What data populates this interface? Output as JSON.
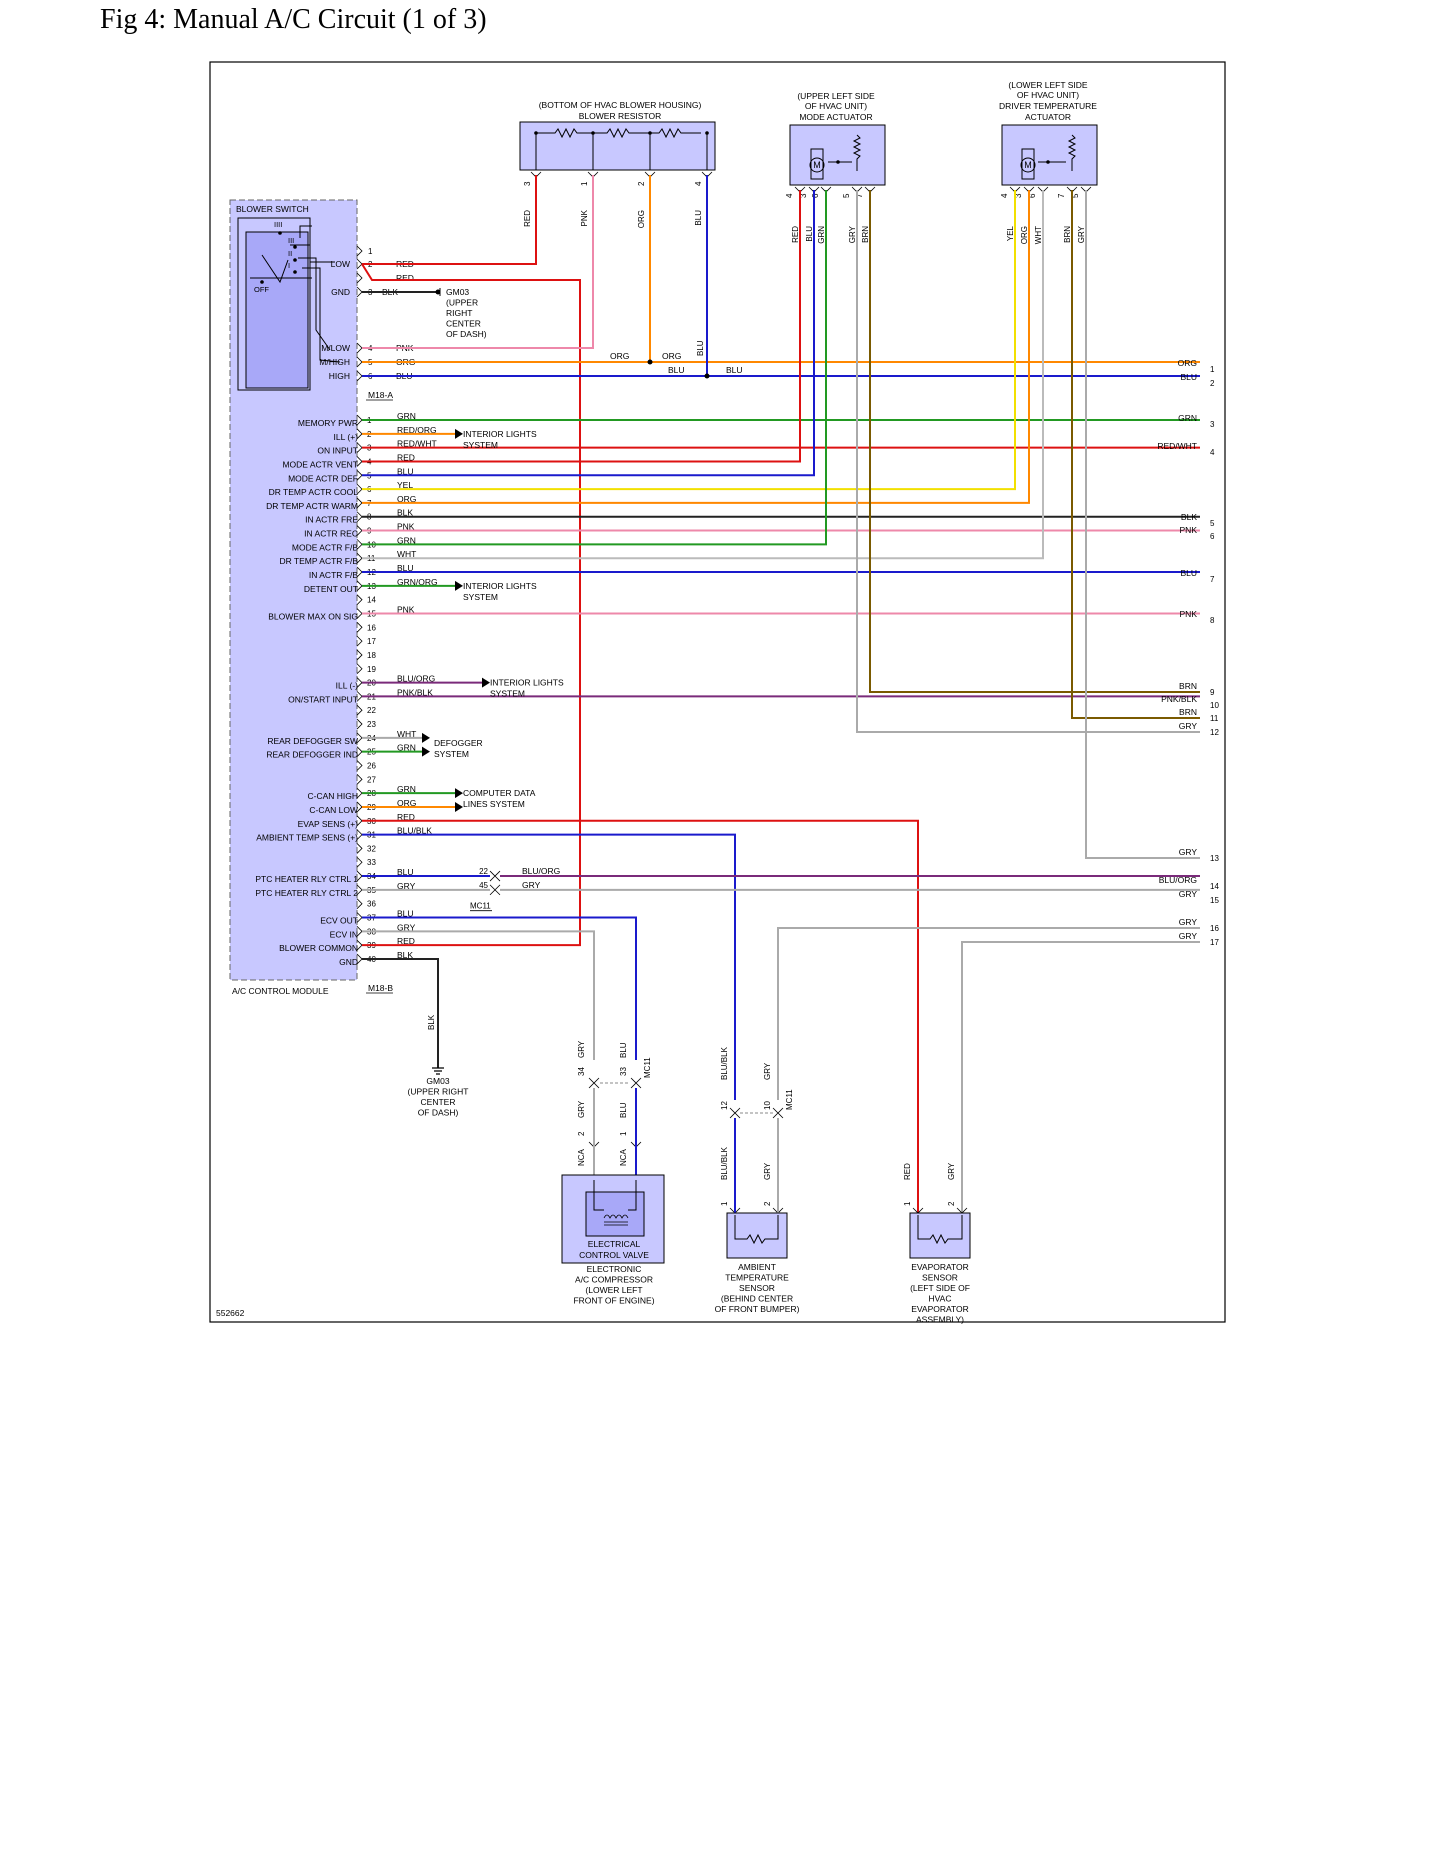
{
  "title": "Fig 4: Manual A/C Circuit (1 of 3)",
  "figure_code": "552662",
  "colors": {
    "RED": "#dd1111",
    "BLU": "#1a1acc",
    "ORG": "#ff8800",
    "PNK": "#ee88aa",
    "GRN": "#229922",
    "YEL": "#f2e000",
    "BLK": "#222222",
    "WHT": "#bbbbbb",
    "GRY": "#aaaaaa",
    "BRN": "#7a5a00",
    "PUR": "#7a2a7a",
    "component_fill": "#c8c8ff",
    "component_fill_dark": "#a8a8f8",
    "frame": "#000000"
  },
  "components": {
    "blower_resistor": {
      "caption_1": "(BOTTOM OF HVAC BLOWER HOUSING)",
      "caption_2": "BLOWER RESISTOR",
      "pins": [
        "3",
        "1",
        "2",
        "4"
      ],
      "wires": [
        "RED",
        "PNK",
        "ORG",
        "BLU"
      ]
    },
    "mode_actuator": {
      "caption_1": "(UPPER LEFT SIDE",
      "caption_2": "OF HVAC UNIT)",
      "caption_3": "MODE ACTUATOR",
      "motor": "M",
      "pins": [
        "4",
        "3",
        "6",
        "5",
        "7"
      ],
      "wires": [
        "RED",
        "BLU",
        "GRN",
        "GRY",
        "BRN"
      ]
    },
    "driver_temp_actuator": {
      "caption_1": "(LOWER LEFT SIDE",
      "caption_2": "OF HVAC UNIT)",
      "caption_3": "DRIVER TEMPERATURE",
      "caption_4": "ACTUATOR",
      "motor": "M",
      "pins": [
        "4",
        "3",
        "6",
        "7",
        "5"
      ],
      "wires": [
        "YEL",
        "ORG",
        "WHT",
        "BRN",
        "GRY"
      ]
    },
    "blower_switch": {
      "name": "BLOWER SWITCH",
      "positions": [
        "IIII",
        "III",
        "II",
        "I",
        "OFF"
      ],
      "labels": [
        "LOW",
        "GND",
        "M/LOW",
        "M/HIGH",
        "HIGH"
      ],
      "pins": [
        "1",
        "2",
        "3",
        "4",
        "5",
        "6"
      ],
      "connector": "M18-A"
    },
    "ground_gm03_top": {
      "label_1": "GM03",
      "label_2": "(UPPER",
      "label_3": "RIGHT",
      "label_4": "CENTER",
      "label_5": "OF DASH)"
    },
    "ground_gm03_bottom": {
      "wire": "BLK",
      "label_1": "GM03",
      "label_2": "(UPPER RIGHT",
      "label_3": "CENTER",
      "label_4": "OF DASH)"
    },
    "module": {
      "name": "A/C CONTROL MODULE",
      "connector": "M18-B"
    },
    "compressor": {
      "valve": "ELECTRICAL",
      "valve_2": "CONTROL VALVE",
      "caption_1": "ELECTRONIC",
      "caption_2": "A/C COMPRESSOR",
      "caption_3": "(LOWER LEFT",
      "caption_4": "FRONT OF ENGINE)",
      "pins": [
        "2",
        "1"
      ],
      "nca": "NCA",
      "wires": [
        "GRY",
        "BLU"
      ],
      "mc11_pins": [
        "34",
        "33"
      ],
      "mc11": "MC11"
    },
    "ambient_sensor": {
      "caption_1": "AMBIENT",
      "caption_2": "TEMPERATURE",
      "caption_3": "SENSOR",
      "caption_4": "(BEHIND CENTER",
      "caption_5": "OF FRONT BUMPER)",
      "pins": [
        "1",
        "2"
      ],
      "wires": [
        "BLU/BLK",
        "GRY"
      ],
      "mc11_pins": [
        "12",
        "10"
      ],
      "mc11": "MC11"
    },
    "evaporator_sensor": {
      "caption_1": "EVAPORATOR",
      "caption_2": "SENSOR",
      "caption_3": "(LEFT SIDE OF",
      "caption_4": "HVAC",
      "caption_5": "EVAPORATOR",
      "caption_6": "ASSEMBLY)",
      "pins": [
        "1",
        "2"
      ],
      "wires": [
        "RED",
        "GRY"
      ]
    },
    "mc11_mid": {
      "pins": [
        "22",
        "45"
      ],
      "name": "MC11",
      "wires": [
        "BLU/ORG",
        "GRY"
      ]
    }
  },
  "switch_wires": [
    {
      "pin": "1",
      "color": ""
    },
    {
      "pin": "2",
      "color": "RED"
    },
    {
      "pin": "",
      "color": "RED"
    },
    {
      "pin": "3",
      "color": "BLK"
    },
    {
      "pin": "4",
      "color": "PNK"
    },
    {
      "pin": "5",
      "color": "ORG"
    },
    {
      "pin": "6",
      "color": "BLU"
    }
  ],
  "module_pins": [
    {
      "pin": "1",
      "label": "MEMORY PWR",
      "color": "GRN"
    },
    {
      "pin": "2",
      "label": "ILL (+)",
      "color": "RED/ORG"
    },
    {
      "pin": "3",
      "label": "ON INPUT",
      "color": "RED/WHT"
    },
    {
      "pin": "4",
      "label": "MODE ACTR VENT",
      "color": "RED"
    },
    {
      "pin": "5",
      "label": "MODE ACTR DEF",
      "color": "BLU"
    },
    {
      "pin": "6",
      "label": "DR TEMP ACTR COOL",
      "color": "YEL"
    },
    {
      "pin": "7",
      "label": "DR TEMP ACTR WARM",
      "color": "ORG"
    },
    {
      "pin": "8",
      "label": "IN ACTR FRE",
      "color": "BLK"
    },
    {
      "pin": "9",
      "label": "IN ACTR REC",
      "color": "PNK"
    },
    {
      "pin": "10",
      "label": "MODE ACTR F/B",
      "color": "GRN"
    },
    {
      "pin": "11",
      "label": "DR TEMP ACTR F/B",
      "color": "WHT"
    },
    {
      "pin": "12",
      "label": "IN ACTR F/B",
      "color": "BLU"
    },
    {
      "pin": "13",
      "label": "DETENT OUT",
      "color": "GRN/ORG"
    },
    {
      "pin": "14",
      "label": "",
      "color": ""
    },
    {
      "pin": "15",
      "label": "BLOWER MAX ON SIG",
      "color": "PNK"
    },
    {
      "pin": "16",
      "label": "",
      "color": ""
    },
    {
      "pin": "17",
      "label": "",
      "color": ""
    },
    {
      "pin": "18",
      "label": "",
      "color": ""
    },
    {
      "pin": "19",
      "label": "",
      "color": ""
    },
    {
      "pin": "20",
      "label": "ILL (-)",
      "color": "BLU/ORG"
    },
    {
      "pin": "21",
      "label": "ON/START INPUT",
      "color": "PNK/BLK"
    },
    {
      "pin": "22",
      "label": "",
      "color": ""
    },
    {
      "pin": "23",
      "label": "",
      "color": ""
    },
    {
      "pin": "24",
      "label": "REAR DEFOGGER SW",
      "color": "WHT"
    },
    {
      "pin": "25",
      "label": "REAR DEFOGGER IND",
      "color": "GRN"
    },
    {
      "pin": "26",
      "label": "",
      "color": ""
    },
    {
      "pin": "27",
      "label": "",
      "color": ""
    },
    {
      "pin": "28",
      "label": "C-CAN HIGH",
      "color": "GRN"
    },
    {
      "pin": "29",
      "label": "C-CAN LOW",
      "color": "ORG"
    },
    {
      "pin": "30",
      "label": "EVAP SENS (+)",
      "color": "RED"
    },
    {
      "pin": "31",
      "label": "AMBIENT TEMP SENS (+)",
      "color": "BLU/BLK"
    },
    {
      "pin": "32",
      "label": "",
      "color": ""
    },
    {
      "pin": "33",
      "label": "",
      "color": ""
    },
    {
      "pin": "34",
      "label": "PTC HEATER RLY CTRL 1",
      "color": "BLU"
    },
    {
      "pin": "35",
      "label": "PTC HEATER RLY CTRL 2",
      "color": "GRY"
    },
    {
      "pin": "36",
      "label": "",
      "color": ""
    },
    {
      "pin": "37",
      "label": "ECV OUT",
      "color": "BLU"
    },
    {
      "pin": "38",
      "label": "ECV IN",
      "color": "GRY"
    },
    {
      "pin": "39",
      "label": "BLOWER COMMON",
      "color": "RED"
    },
    {
      "pin": "40",
      "label": "GND",
      "color": "BLK"
    }
  ],
  "system_refs": [
    {
      "line_1": "INTERIOR LIGHTS",
      "line_2": "SYSTEM"
    },
    {
      "line_1": "INTERIOR LIGHTS",
      "line_2": "SYSTEM"
    },
    {
      "line_1": "INTERIOR LIGHTS",
      "line_2": "SYSTEM"
    },
    {
      "line_1": "DEFOGGER",
      "line_2": "SYSTEM"
    },
    {
      "line_1": "COMPUTER DATA",
      "line_2": "LINES SYSTEM"
    }
  ],
  "offpage": [
    {
      "num": "1",
      "color": "ORG"
    },
    {
      "num": "2",
      "color": "BLU"
    },
    {
      "num": "3",
      "color": "GRN"
    },
    {
      "num": "4",
      "color": "RED/WHT"
    },
    {
      "num": "5",
      "color": "BLK"
    },
    {
      "num": "6",
      "color": "PNK"
    },
    {
      "num": "7",
      "color": "BLU"
    },
    {
      "num": "8",
      "color": "PNK"
    },
    {
      "num": "9",
      "color": "BRN"
    },
    {
      "num": "10",
      "color": "PNK/BLK"
    },
    {
      "num": "11",
      "color": "BRN"
    },
    {
      "num": "12",
      "color": "GRY"
    },
    {
      "num": "13",
      "color": "GRY"
    },
    {
      "num": "14",
      "color": "BLU/ORG"
    },
    {
      "num": "15",
      "color": "GRY"
    },
    {
      "num": "16",
      "color": "GRY"
    },
    {
      "num": "17",
      "color": "GRY"
    }
  ],
  "inline_labels": {
    "org": "ORG",
    "blu": "BLU"
  }
}
